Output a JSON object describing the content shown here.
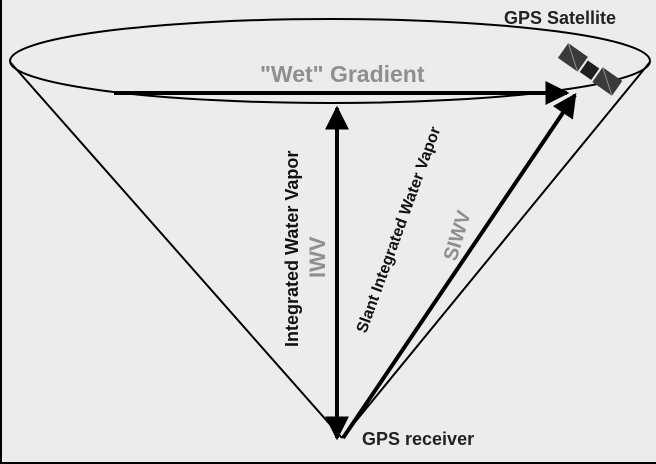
{
  "labels": {
    "satellite": "GPS Satellite",
    "wet_gradient": "\"Wet\" Gradient",
    "iwv_full": "Integrated Water Vapor",
    "iwv_abbr": "IWV",
    "siwv_full": "Slant Integrated Water Vapor",
    "siwv_abbr": "SIWV",
    "receiver": "GPS receiver"
  },
  "colors": {
    "background": "#ececec",
    "line": "#000000",
    "text_dark": "#222222",
    "text_gray": "#8f8f8f",
    "satellite_body": "#333333"
  },
  "icons": {
    "satellite": "satellite-icon"
  }
}
